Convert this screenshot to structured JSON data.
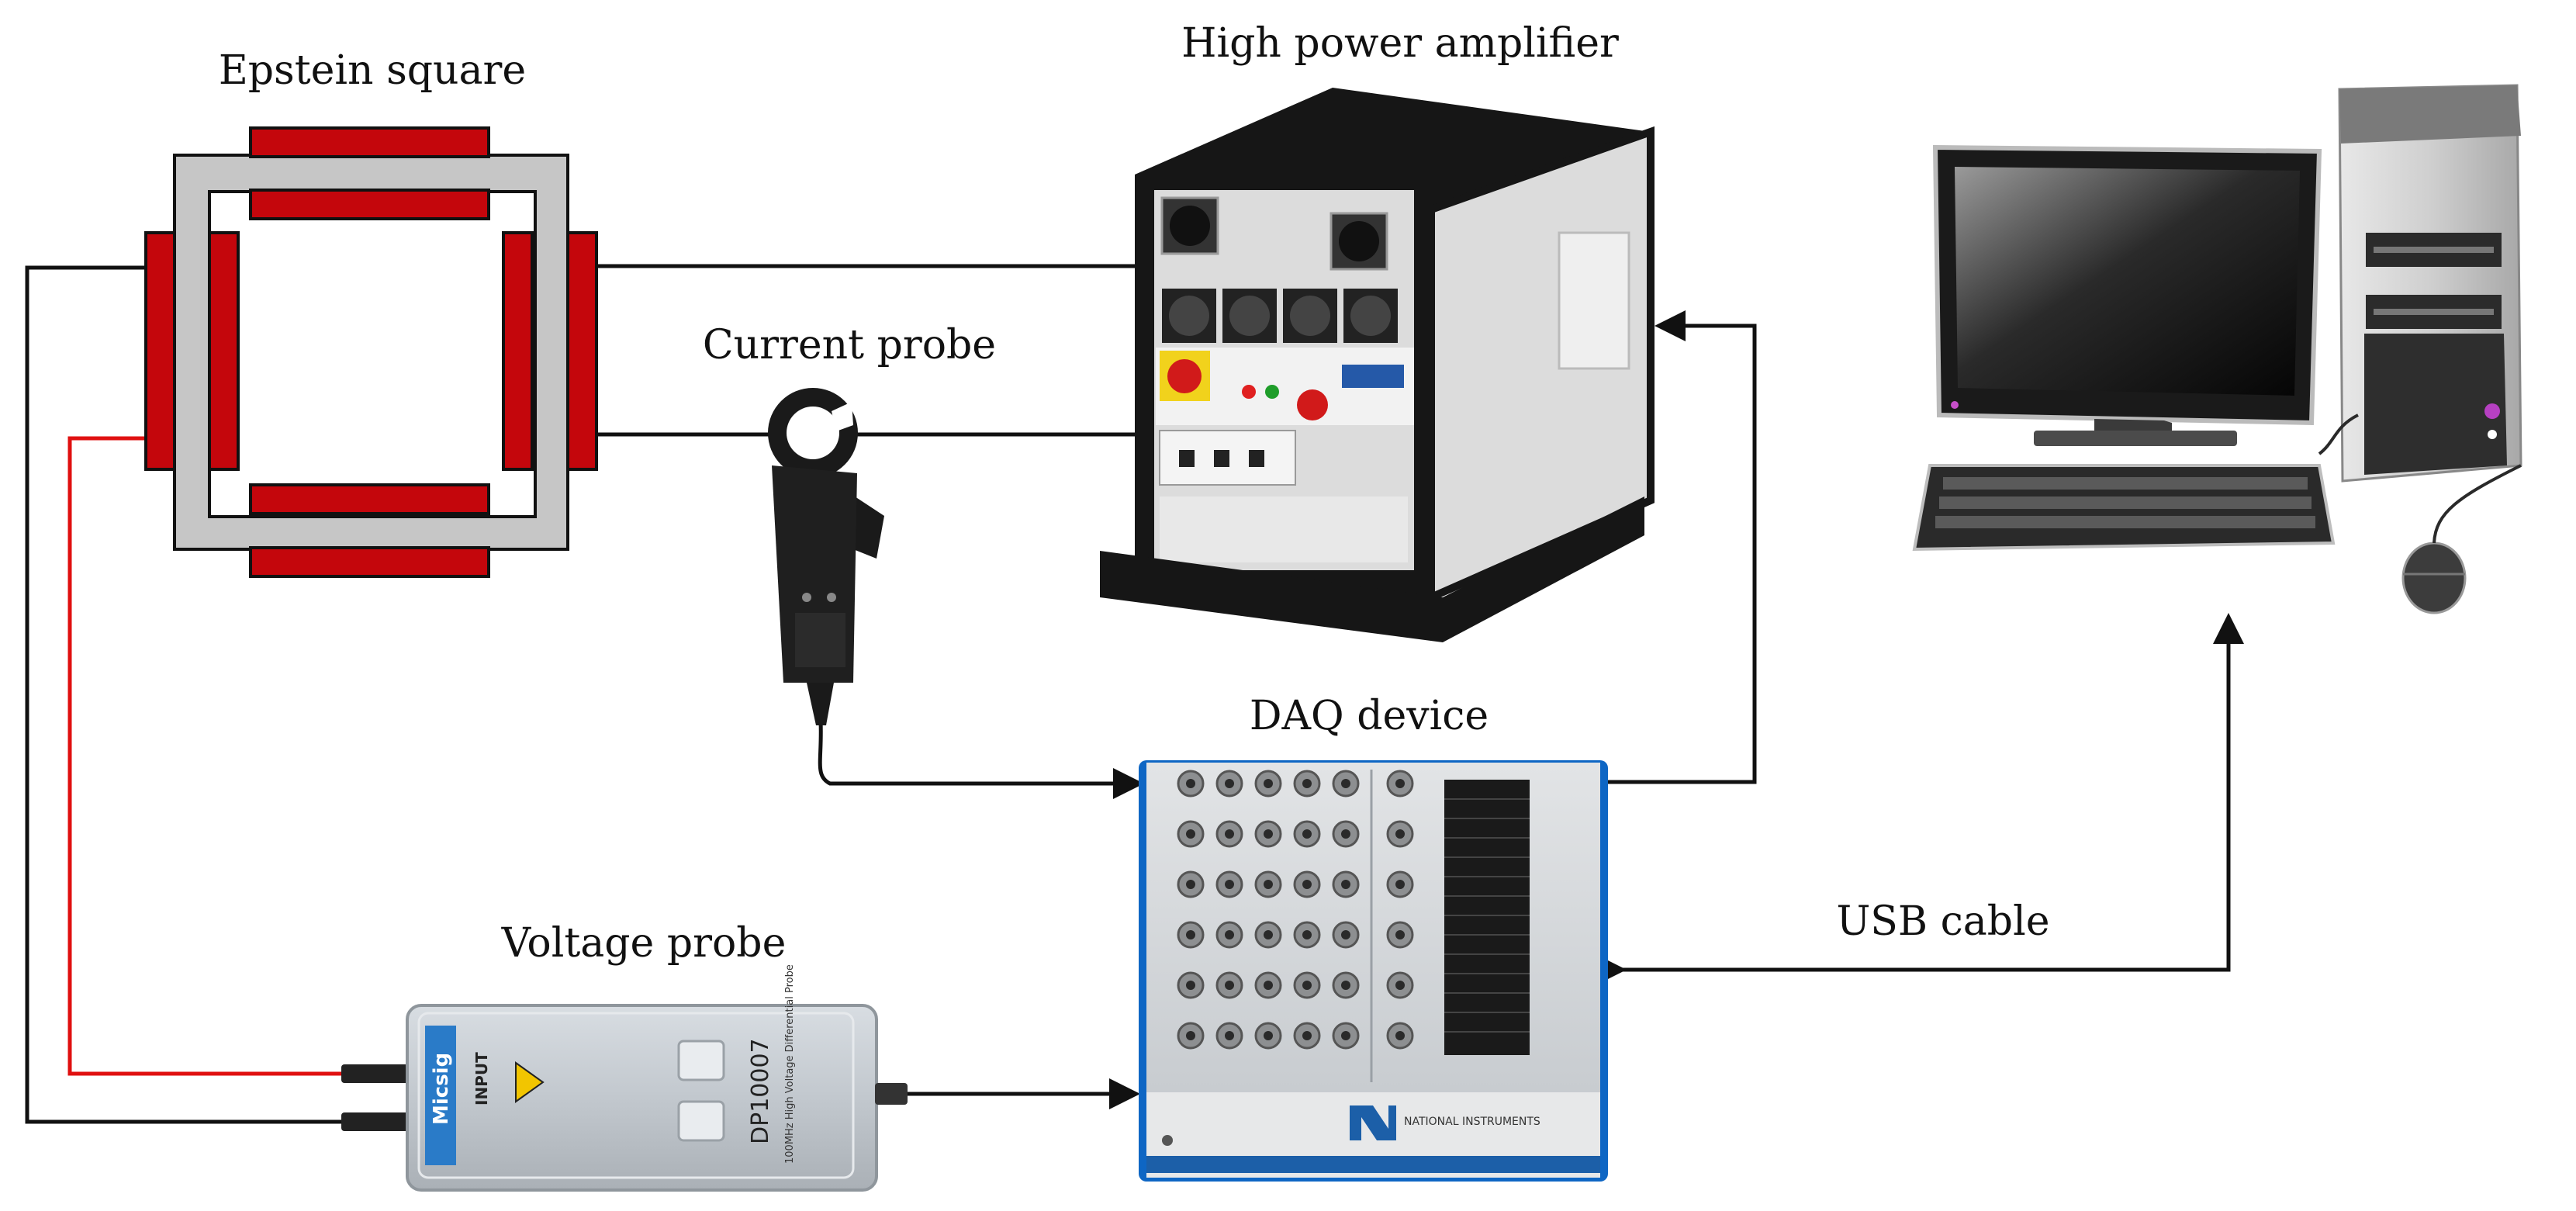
{
  "labels": {
    "epstein": "Epstein square",
    "amplifier": "High power amplifier",
    "current_probe": "Current probe",
    "daq": "DAQ device",
    "voltage_probe": "Voltage probe",
    "usb": "USB cable"
  },
  "device_markings": {
    "voltage_brand": "Micsig",
    "voltage_model": "DP10007",
    "voltage_desc": "100MHz High Voltage Differential Probe",
    "voltage_input": "INPUT",
    "daq_brand": "NATIONAL INSTRUMENTS"
  },
  "colors": {
    "coil": "#c4060c",
    "core": "#c6c6c6",
    "wire_black": "#111111",
    "wire_red": "#e01010"
  },
  "icons": [
    "epstein-frame",
    "amplifier-rack",
    "clamp-current-probe",
    "daq-box",
    "differential-probe",
    "desktop-computer"
  ]
}
